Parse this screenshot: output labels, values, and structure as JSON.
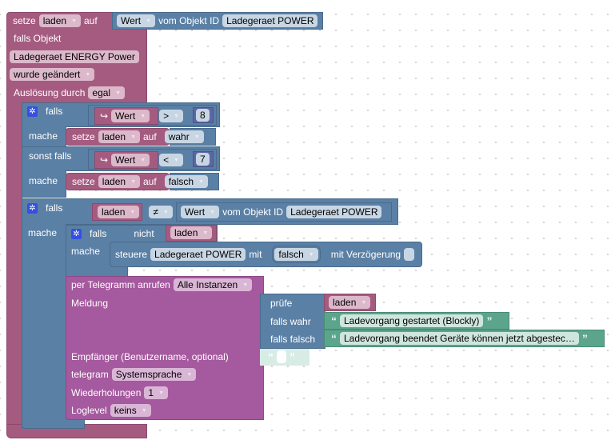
{
  "trigger": {
    "set_label": "setze",
    "var": "laden",
    "to_label": "auf",
    "prop": "Wert",
    "from_label": "vom Objekt ID",
    "object": "Ladegeraet POWER",
    "falls_objekt": "falls Objekt",
    "watched_object": "Ladegeraet ENERGY  Power",
    "condition": "wurde geändert",
    "trigger_label": "Auslösung durch",
    "trigger_value": "egal"
  },
  "if1": {
    "if_label": "falls",
    "prop": "Wert",
    "op1": ">",
    "num1": "8",
    "do_label": "mache",
    "set_label": "setze",
    "var": "laden",
    "to_label": "auf",
    "val1": "wahr",
    "elseif_label": "sonst falls",
    "op2": "<",
    "num2": "7",
    "val2": "falsch"
  },
  "if2": {
    "if_label": "falls",
    "var": "laden",
    "op": "≠",
    "prop": "Wert",
    "from_label": "vom Objekt ID",
    "object": "Ladegeraet POWER",
    "do_label": "mache"
  },
  "if3": {
    "if_label": "falls",
    "not_label": "nicht",
    "var": "laden",
    "do_label": "mache",
    "control_label": "steuere",
    "object": "Ladegeraet POWER",
    "with_label": "mit",
    "value": "falsch",
    "delay_label": "mit Verzögerung"
  },
  "telegram": {
    "call_label": "per Telegramm anrufen",
    "instance": "Alle Instanzen",
    "message_label": "Meldung",
    "check_label": "prüfe",
    "check_var": "laden",
    "true_label": "falls wahr",
    "true_text": "Ladevorgang gestartet (Blockly)",
    "false_label": "falls falsch",
    "false_text": "Ladevorgang beendet Geräte können jetzt abgestec…",
    "recipient_label": "Empfänger (Benutzername, optional)",
    "lang_label": "telegram",
    "lang": "Systemsprache",
    "repeat_label": "Wiederholungen",
    "repeat": "1",
    "loglevel_label": "Loglevel",
    "loglevel": "keins"
  },
  "colors": {
    "trigger": "#a55b80",
    "logic": "#5b80a5",
    "telegram": "#a5599e",
    "text": "#5ba58c",
    "number": "#5b67a5"
  }
}
